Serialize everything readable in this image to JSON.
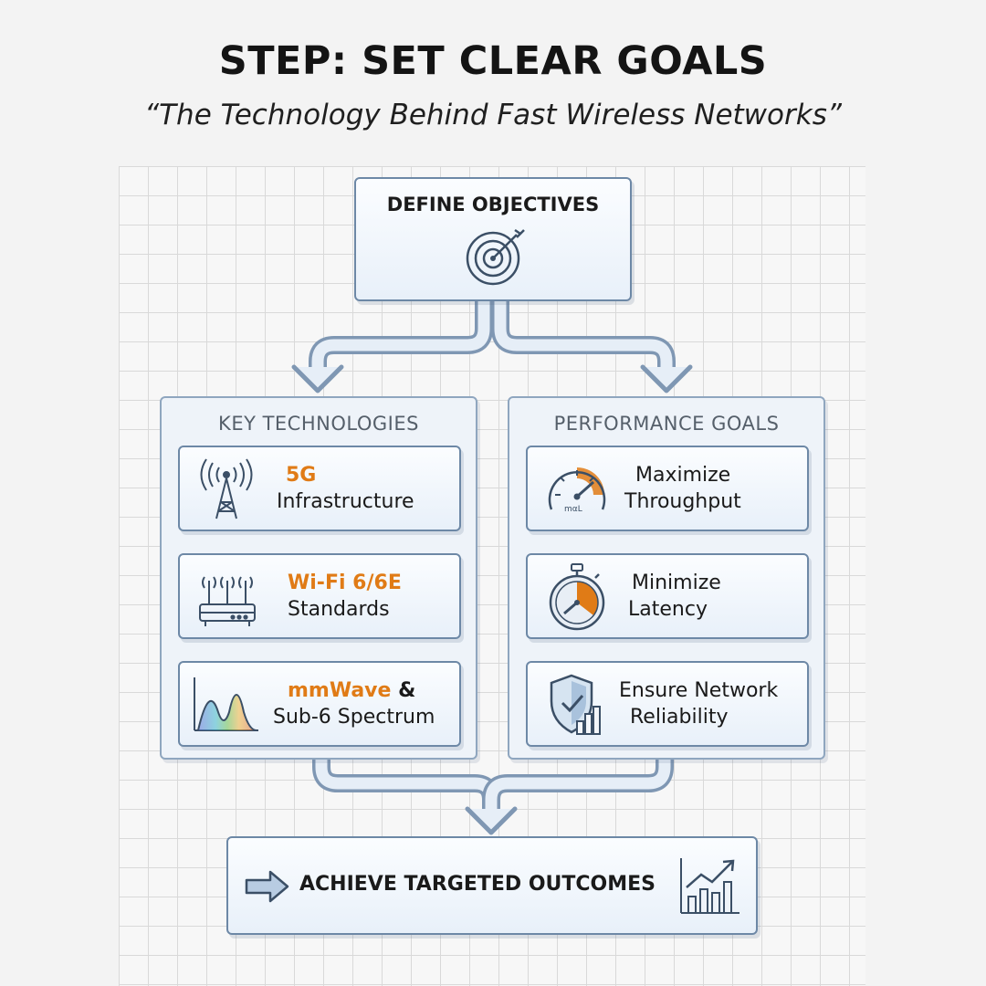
{
  "header": {
    "title": "STEP: SET CLEAR GOALS",
    "subtitle": "“The Technology Behind Fast Wireless Networks”"
  },
  "top": {
    "label": "DEFINE OBJECTIVES",
    "icon": "target-icon"
  },
  "left_panel": {
    "title": "KEY TECHNOLOGIES",
    "items": [
      {
        "accent": "5G",
        "rest": "Infrastructure",
        "icon": "cell-tower-icon"
      },
      {
        "accent": "Wi-Fi 6/6E",
        "rest": "Standards",
        "icon": "router-icon"
      },
      {
        "accent": "mmWave",
        "suffix": " &",
        "rest": "Sub-6 Spectrum",
        "icon": "spectrum-icon"
      }
    ]
  },
  "right_panel": {
    "title": "PERFORMANCE GOALS",
    "items": [
      {
        "line1": "Maximize",
        "line2": "Throughput",
        "icon": "speedometer-icon",
        "icon_text": "mαL"
      },
      {
        "line1": "Minimize",
        "line2": "Latency",
        "icon": "stopwatch-icon"
      },
      {
        "line1": "Ensure Network",
        "line2": "Reliability",
        "icon": "shield-chart-icon"
      }
    ]
  },
  "bottom": {
    "label": "ACHIEVE TARGETED OUTCOMES",
    "icon": "growth-chart-icon"
  },
  "colors": {
    "accent": "#e07b16",
    "border": "#6d88a6",
    "arrow": "#9fb4cc"
  }
}
